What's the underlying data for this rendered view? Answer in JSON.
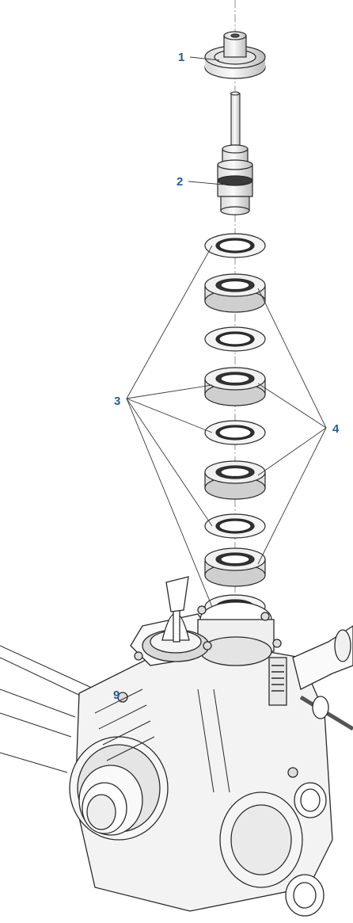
{
  "diagram": {
    "labels": [
      {
        "id": "label-1",
        "text": "1"
      },
      {
        "id": "label-2",
        "text": "2"
      },
      {
        "id": "label-3",
        "text": "3"
      },
      {
        "id": "label-4",
        "text": "4"
      },
      {
        "id": "label-9",
        "text": "9"
      }
    ],
    "colors": {
      "label": "#1f5d9a",
      "line": "#3a3a3a",
      "part_fill": "#f2f2f2",
      "part_shade": "#cfcfcf",
      "dark": "#2a2a2a"
    }
  }
}
